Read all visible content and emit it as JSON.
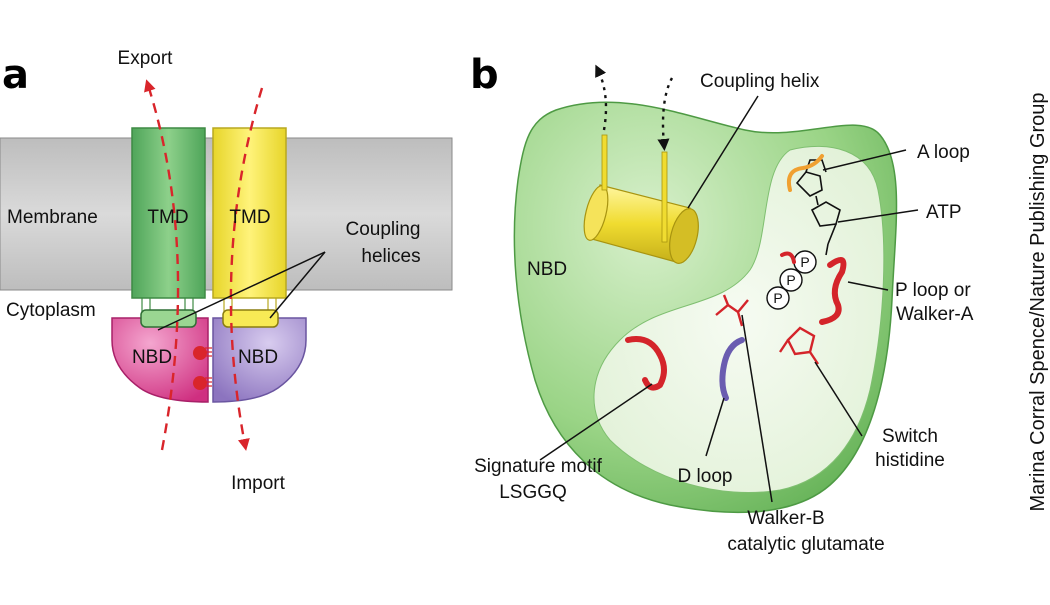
{
  "panel_a": {
    "letter": "a",
    "export": "Export",
    "import": "Import",
    "membrane": "Membrane",
    "cytoplasm": "Cytoplasm",
    "tmd_left": "TMD",
    "tmd_right": "TMD",
    "nbd_left": "NBD",
    "nbd_right": "NBD",
    "coupling_line1": "Coupling",
    "coupling_line2": "helices"
  },
  "panel_b": {
    "letter": "b",
    "coupling_helix": "Coupling helix",
    "nbd": "NBD",
    "a_loop": "A loop",
    "atp": "ATP",
    "p_loop_line1": "P loop or",
    "p_loop_line2": "Walker-A",
    "switch_line1": "Switch",
    "switch_line2": "histidine",
    "walker_b_line1": "Walker-B",
    "walker_b_line2": "catalytic glutamate",
    "d_loop": "D loop",
    "signature_line1": "Signature motif",
    "signature_line2": "LSGGQ",
    "phosphate": "P"
  },
  "credit": "Marina Corral Spence/Nature Publishing Group",
  "colors": {
    "membrane": "#cfcfcf",
    "tmd_green": "#66b266",
    "tmd_yellow": "#f5e84a",
    "nbd_magenta": "#d8418f",
    "nbd_purple": "#9a82c8",
    "arrow_red": "#d9252b",
    "nbd_b_green": "#8fcf7a",
    "motif_red": "#d4242a",
    "d_loop_purple": "#6a5cb0",
    "a_loop_orange": "#f0a030"
  }
}
